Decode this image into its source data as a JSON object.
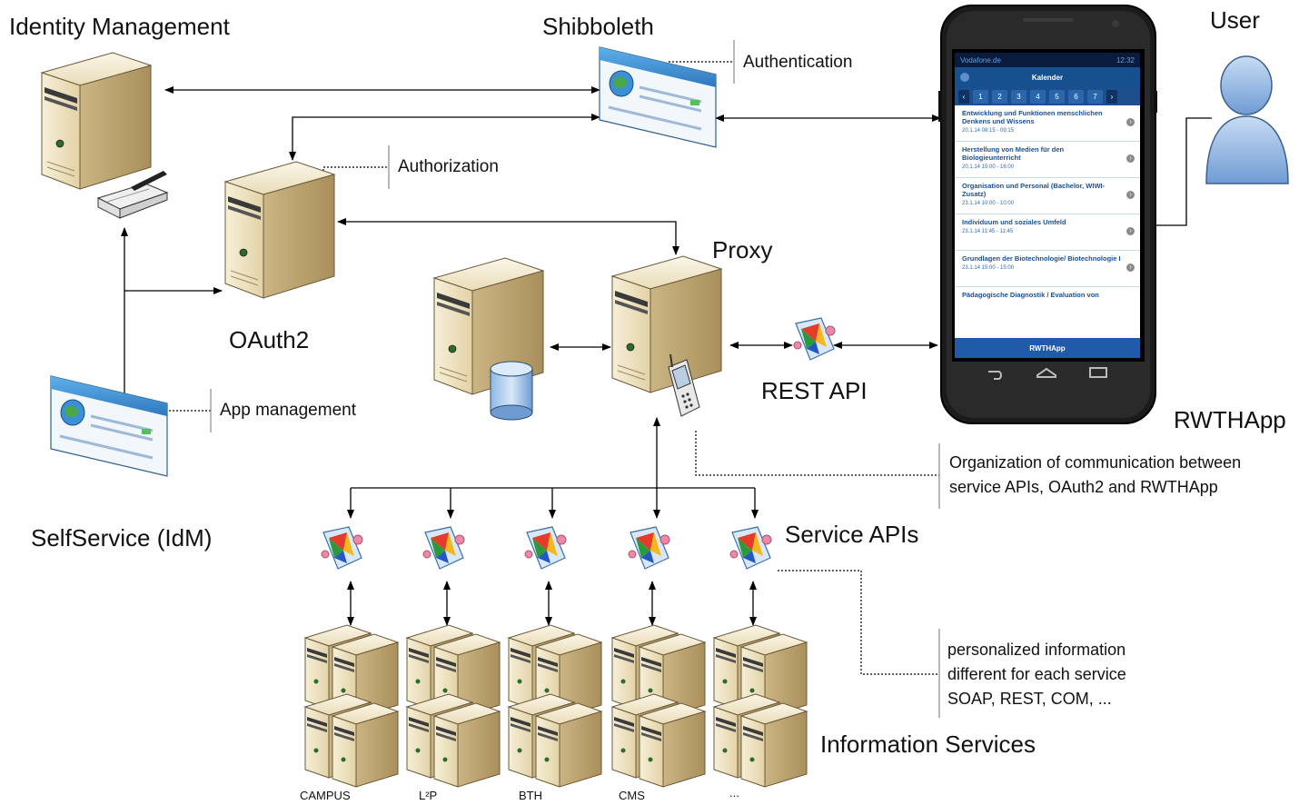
{
  "labels": {
    "identity_management": "Identity Management",
    "shibboleth": "Shibboleth",
    "user": "User",
    "authentication": "Authentication",
    "authorization": "Authorization",
    "oauth2": "OAuth2",
    "proxy": "Proxy",
    "rest_api": "REST API",
    "rwthapp": "RWTHApp",
    "app_management": "App management",
    "selfservice": "SelfService (IdM)",
    "service_apis": "Service APIs",
    "information_services": "Information Services",
    "org_note_line1": "Organization of communication between",
    "org_note_line2": "service APIs, OAuth2 and RWTHApp",
    "info_note_line1": "personalized information",
    "info_note_line2": "different for each service",
    "info_note_line3": "SOAP, REST, COM, ..."
  },
  "services": [
    {
      "label": "CAMPUS"
    },
    {
      "label": "L²P"
    },
    {
      "label": "BTH"
    },
    {
      "label": "CMS"
    },
    {
      "label": "..."
    }
  ],
  "phone": {
    "status_left": "Vodafone.de",
    "status_right": "12:32",
    "screen_title": "Kalender",
    "days": [
      "1",
      "2",
      "3",
      "4",
      "5",
      "6",
      "7"
    ],
    "entries": [
      {
        "title": "Entwicklung und Funktionen menschlichen Denkens und Wissens",
        "time": "20.1.14 08:15 - 09:15"
      },
      {
        "title": "Herstellung von Medien für den Biologieunterricht",
        "time": "20.1.14 15:00 - 16:00"
      },
      {
        "title": "Organisation und Personal (Bachelor, WIWI-Zusatz)",
        "time": "23.1.14 10:00 - 10:00"
      },
      {
        "title": "Individuum und soziales Umfeld",
        "time": "23.1.14 11:45 - 11:45"
      },
      {
        "title": "Grundlagen der Biotechnologie/ Biotechnologie I",
        "time": "23.1.14 15:00 - 15:00"
      },
      {
        "title": "Pädagogische Diagnostik / Evaluation von",
        "time": ""
      }
    ],
    "footer": "RWTHApp"
  },
  "colors": {
    "server_light": "#efe3c4",
    "server_dark": "#b89e6a",
    "browser_blue": "#3a8fd0",
    "phone_accent": "#1f5ba8"
  }
}
